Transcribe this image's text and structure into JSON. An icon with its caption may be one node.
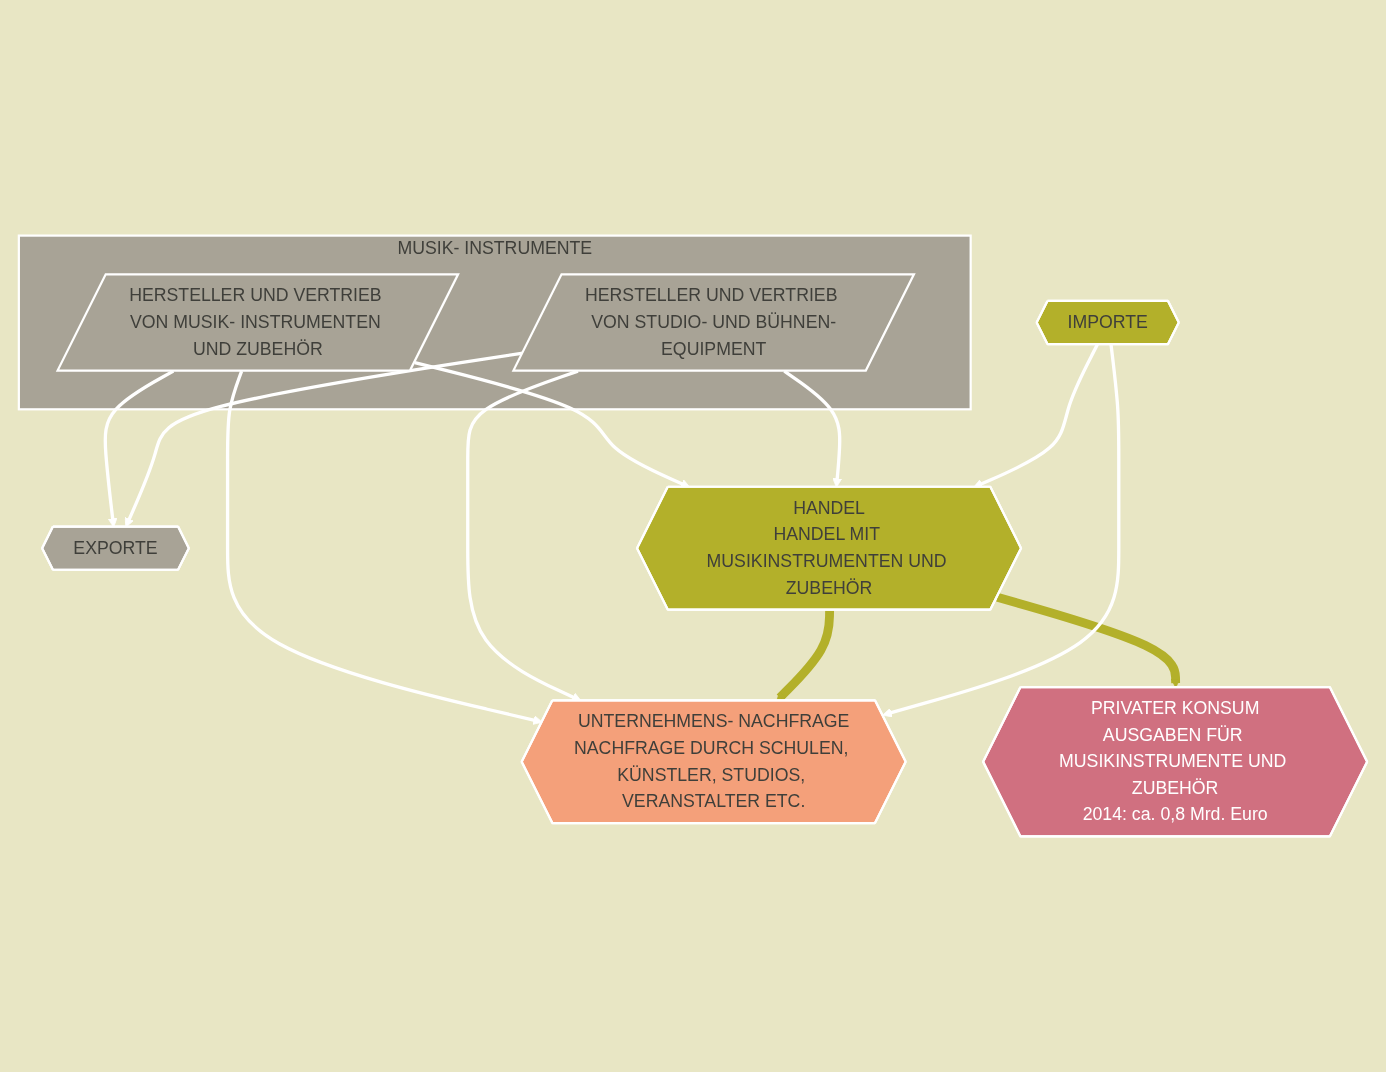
{
  "diagram": {
    "nodes": [
      {
        "text": [
          "MUSIK- INSTRUMENTE"
        ]
      },
      {
        "text": [
          "HERSTELLER UND VERTRIEB VON MUSIK- INSTRUMENTEN UND ZUBEHÖR"
        ],
        "in": 0
      },
      {
        "text": [
          "HERSTELLER UND VERTRIEB VON STUDIO- UND BÜHNEN-EQUIPMENT"
        ],
        "in": 0
      },
      {
        "text": [
          "EXPORTE"
        ]
      },
      {
        "text": [
          "HANDEL",
          "HANDEL MIT MUSIKINSTRUMENTEN UND ZUBEHÖR"
        ]
      },
      {
        "text": [
          "PRIVATER KONSUM",
          "AUSGABEN FÜR MUSIKINSTRUMENTE UND ZUBEHÖR",
          "2014: ca. 0,8 Mrd. Euro"
        ]
      },
      {
        "text": [
          "UNTERNEHMENS- NACHFRAGE",
          "NACHFRAGE DURCH SCHULEN, KÜNSTLER, STUDIOS, VERANSTALTER ETC."
        ]
      },
      {
        "text": [
          "IMPORTE"
        ]
      }
    ],
    "edges": [
      {
        "from": 1,
        "to": 3,
        "arrow": "to"
      },
      {
        "from": 2,
        "to": 3,
        "arrow": "to"
      },
      {
        "from": 1,
        "to": 4,
        "arrow": "to"
      },
      {
        "from": 1,
        "to": 6,
        "arrow": "to"
      },
      {
        "from": 2,
        "to": 4,
        "arrow": "to"
      },
      {
        "from": 2,
        "to": 6,
        "arrow": "to"
      },
      {
        "from": 4,
        "to": 6,
        "arrow": "to",
        "style": "thick",
        "color": "#b3b02a"
      },
      {
        "from": 4,
        "to": 5,
        "arrow": "to",
        "style": "thick",
        "color": "#b3b02a"
      },
      {
        "from": 7,
        "to": 6,
        "arrow": "to"
      },
      {
        "from": 7,
        "to": 4,
        "arrow": "to"
      }
    ]
  }
}
